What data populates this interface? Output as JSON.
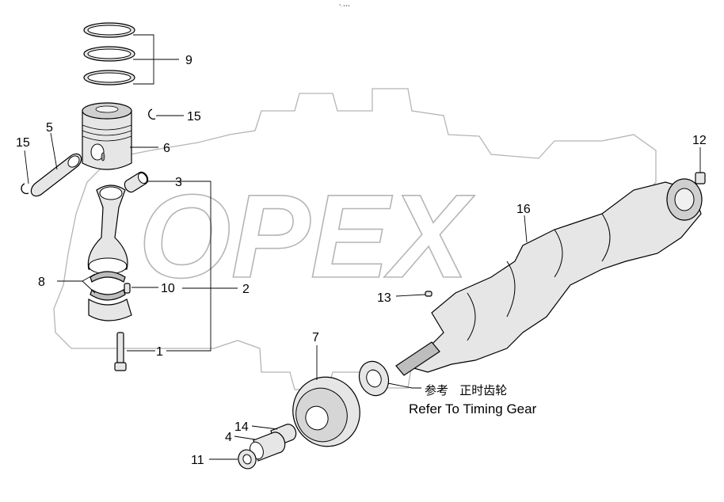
{
  "watermark": {
    "brand": "OPEX"
  },
  "header_mark": "°ᵢ •••",
  "callouts": {
    "c1": "1",
    "c2": "2",
    "c3": "3",
    "c4": "4",
    "c5": "5",
    "c6": "6",
    "c7": "7",
    "c8": "8",
    "c9": "9",
    "c10": "10",
    "c11": "11",
    "c12": "12",
    "c13": "13",
    "c14": "14",
    "c15_right": "15",
    "c15_left": "15",
    "c16": "16"
  },
  "note": {
    "chinese": "参考   正时齿轮",
    "english": "Refer To Timing Gear"
  }
}
